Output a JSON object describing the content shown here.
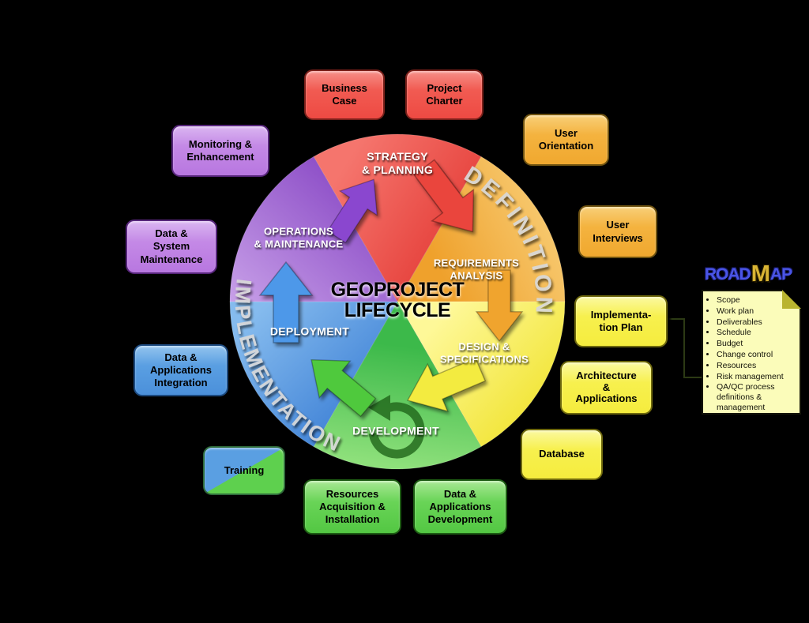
{
  "canvas": {
    "background": "#000000"
  },
  "wheel": {
    "center_title": "GEOPROJECT\nLIFECYCLE",
    "arc_labels": {
      "definition": "DEFINITION",
      "implementation": "IMPLEMENTATION"
    },
    "segments": [
      {
        "id": "strategy",
        "label": "STRATEGY\n& PLANNING",
        "color_inner": "#f5756d",
        "color_outer": "#e23530",
        "arrow_color": "#ea443d"
      },
      {
        "id": "requirements",
        "label": "REQUIREMENTS\nANALYSIS",
        "color_inner": "#efa12c",
        "color_outer": "#f7c96f",
        "arrow_color": "#f0a42e"
      },
      {
        "id": "design",
        "label": "DESIGN &\nSPECIFICATIONS",
        "color_inner": "#fef898",
        "color_outer": "#f1e434",
        "arrow_color": "#f3eb40"
      },
      {
        "id": "development",
        "label": "DEVELOPMENT",
        "color_inner": "#8ee07b",
        "color_outer": "#3cb94a",
        "arrow_color": "#4fc93e"
      },
      {
        "id": "deployment",
        "label": "DEPLOYMENT",
        "color_inner": "#85bbee",
        "color_outer": "#4284d7",
        "arrow_color": "#4e98e9"
      },
      {
        "id": "operations",
        "label": "OPERATIONS\n& MAINTENANCE",
        "color_inner": "#cfaaec",
        "color_outer": "#8746c4",
        "arrow_color": "#8a46cf"
      }
    ]
  },
  "boxes": [
    {
      "id": "business-case",
      "label": "Business\nCase"
    },
    {
      "id": "project-charter",
      "label": "Project\nCharter"
    },
    {
      "id": "user-orientation",
      "label": "User\nOrientation"
    },
    {
      "id": "user-interviews",
      "label": "User\nInterviews"
    },
    {
      "id": "implementation-plan",
      "label": "Implementa-\ntion Plan"
    },
    {
      "id": "architecture-applications",
      "label": "Architecture\n&\nApplications"
    },
    {
      "id": "database",
      "label": "Database"
    },
    {
      "id": "data-apps-development",
      "label": "Data &\nApplications\nDevelopment"
    },
    {
      "id": "resources-acquisition",
      "label": "Resources\nAcquisition &\nInstallation"
    },
    {
      "id": "training",
      "label": "Training"
    },
    {
      "id": "data-apps-integration",
      "label": "Data &\nApplications\nIntegration"
    },
    {
      "id": "data-system-maintenance",
      "label": "Data &\nSystem\nMaintenance"
    },
    {
      "id": "monitoring-enhancement",
      "label": "Monitoring &\nEnhancement"
    }
  ],
  "roadmap": {
    "title_left": "ROAD",
    "title_m": "M",
    "title_right": "AP",
    "items": [
      "Scope",
      "Work plan",
      "Deliverables",
      "Schedule",
      "Budget",
      "Change control",
      "Resources",
      "Risk management",
      "QA/QC process definitions & management"
    ]
  },
  "palette": {
    "box_red": "#f1574f",
    "box_orange": "#f3b33d",
    "box_yellow": "#f6ef4e",
    "box_green": "#67d355",
    "box_blue": "#5a9fe2",
    "box_purple": "#c489e6",
    "note_paper": "#fbfcba",
    "roadmap_title_blue": "#4a55e6",
    "arc_text_gray": "#d8d8d8"
  }
}
